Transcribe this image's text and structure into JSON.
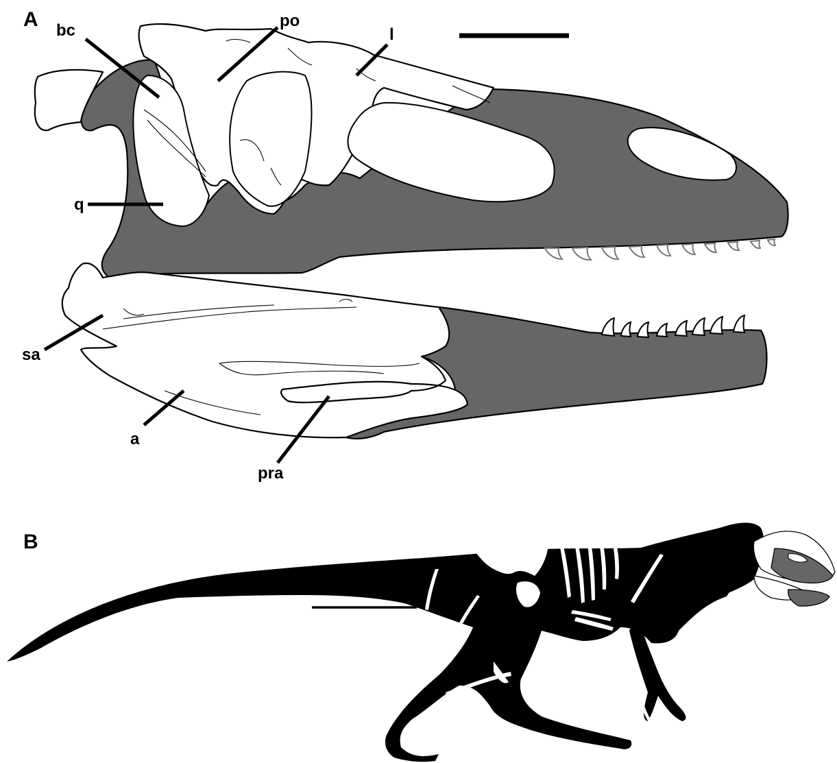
{
  "figure": {
    "panels": [
      {
        "id": "A",
        "label": "A"
      },
      {
        "id": "B",
        "label": "B"
      }
    ],
    "annotations": [
      {
        "id": "bc",
        "text": "bc"
      },
      {
        "id": "po",
        "text": "po"
      },
      {
        "id": "l",
        "text": "l"
      },
      {
        "id": "q",
        "text": "q"
      },
      {
        "id": "sa",
        "text": "sa"
      },
      {
        "id": "a",
        "text": "a"
      },
      {
        "id": "pra",
        "text": "pra"
      }
    ],
    "colors": {
      "background": "#ffffff",
      "missing_bone_fill": "#666666",
      "preserved_bone_fill": "#ffffff",
      "silhouette": "#000000",
      "outline": "#000000"
    }
  }
}
